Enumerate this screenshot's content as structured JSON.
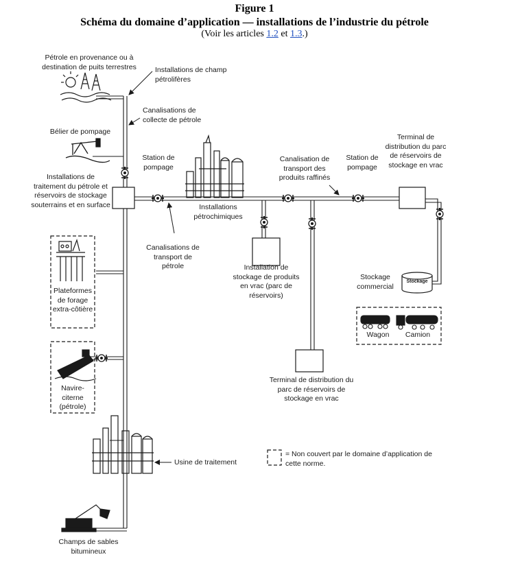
{
  "header": {
    "figure_number": "Figure 1",
    "title": "Schéma du domaine d’application — installations de l’industrie du pétrole",
    "subtitle_prefix": "(Voir les articles ",
    "link_1": "1.2",
    "subtitle_mid": " et ",
    "link_2": "1.3",
    "subtitle_suffix": ".)"
  },
  "labels": {
    "onshore_wells": "Pétrole en provenance ou à destination de puits terrestres",
    "oilfield_facilities": "Installations de champ pétrolifères",
    "gathering_pipelines": "Canalisations de collecte de pétrole",
    "pump_jack": "Bélier de pompage",
    "treatment_storage": "Installations de traitement du pétrole et réservoirs de stockage souterrains et en surface",
    "pump_station_1": "Station de pompage",
    "petrochemical": "Installations pétrochimiques",
    "transport_pipelines": "Canalisations de transport de pétrole",
    "refined_pipeline": "Canalisation de transport des produits raffinés",
    "pump_station_2": "Station de pompage",
    "bulk_terminal_right": "Terminal de distribution du parc de réservoirs de stockage en vrac",
    "bulk_storage": "Installation de stockage de produits en vrac (parc de réservoirs)",
    "commercial_storage": "Stockage commercial",
    "storage_tank_text": "Stockage",
    "offshore_platforms": "Plateformes de forage extra-côtière",
    "rail_car": "Wagon",
    "truck": "Camion",
    "tanker": "Navire-citerne (pétrole)",
    "bulk_terminal_bottom": "Terminal de distribution du parc de réservoirs de stockage en vrac",
    "processing_plant": "Usine de traitement",
    "legend_text": "= Non couvert par le domaine d’application de cette norme.",
    "oil_sands": "Champs de sables bitumineux"
  },
  "colors": {
    "line": "#1a1a1a",
    "link": "#1f4fbf",
    "background": "#ffffff"
  }
}
